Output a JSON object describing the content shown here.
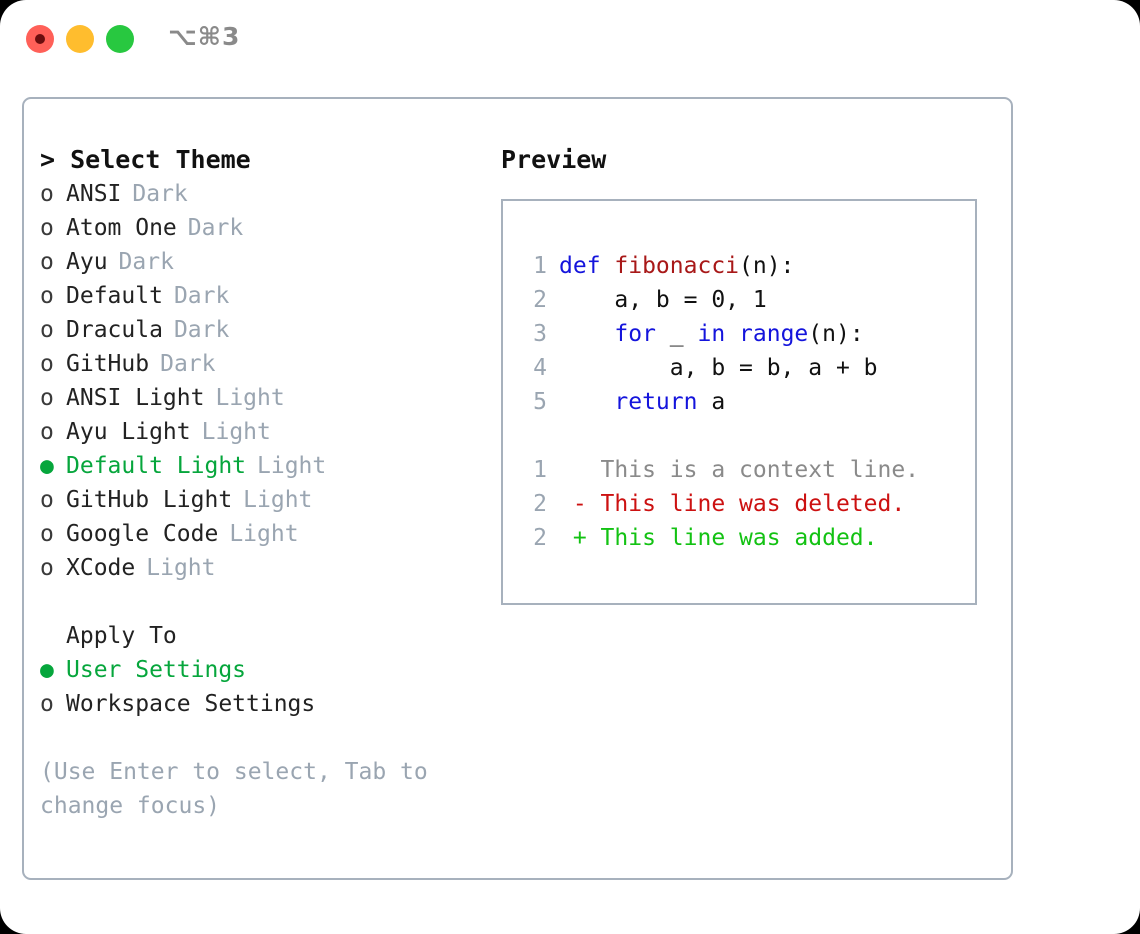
{
  "titlebar": {
    "shortcut": "⌥⌘3",
    "buttons": [
      "close",
      "minimize",
      "maximize"
    ]
  },
  "theme_picker": {
    "header": "> Select Theme",
    "items": [
      {
        "marker": "o",
        "name": "ANSI",
        "category": "Dark",
        "selected": false
      },
      {
        "marker": "o",
        "name": "Atom One",
        "category": "Dark",
        "selected": false
      },
      {
        "marker": "o",
        "name": "Ayu",
        "category": "Dark",
        "selected": false
      },
      {
        "marker": "o",
        "name": "Default",
        "category": "Dark",
        "selected": false
      },
      {
        "marker": "o",
        "name": "Dracula",
        "category": "Dark",
        "selected": false
      },
      {
        "marker": "o",
        "name": "GitHub",
        "category": "Dark",
        "selected": false
      },
      {
        "marker": "o",
        "name": "ANSI Light",
        "category": "Light",
        "selected": false
      },
      {
        "marker": "o",
        "name": "Ayu Light",
        "category": "Light",
        "selected": false
      },
      {
        "marker": "●",
        "name": "Default Light",
        "category": "Light",
        "selected": true
      },
      {
        "marker": "o",
        "name": "GitHub Light",
        "category": "Light",
        "selected": false
      },
      {
        "marker": "o",
        "name": "Google Code",
        "category": "Light",
        "selected": false
      },
      {
        "marker": "o",
        "name": "XCode",
        "category": "Light",
        "selected": false
      }
    ]
  },
  "apply_to": {
    "header": "Apply To",
    "options": [
      {
        "marker": "●",
        "label": "User Settings",
        "selected": true
      },
      {
        "marker": "o",
        "label": "Workspace Settings",
        "selected": false
      }
    ]
  },
  "hint": "(Use Enter to select, Tab to change focus)",
  "preview": {
    "title": "Preview",
    "code_lines": [
      {
        "no": "1",
        "tokens": [
          {
            "t": "def ",
            "k": "kw"
          },
          {
            "t": "fibonacci",
            "k": "fn"
          },
          {
            "t": "(n):",
            "k": "plain"
          }
        ]
      },
      {
        "no": "2",
        "tokens": [
          {
            "t": "    a, b = 0, 1",
            "k": "plain"
          }
        ]
      },
      {
        "no": "3",
        "tokens": [
          {
            "t": "    ",
            "k": "plain"
          },
          {
            "t": "for",
            "k": "kw"
          },
          {
            "t": " _ ",
            "k": "plain"
          },
          {
            "t": "in",
            "k": "kw"
          },
          {
            "t": " ",
            "k": "plain"
          },
          {
            "t": "range",
            "k": "kw"
          },
          {
            "t": "(n):",
            "k": "plain"
          }
        ]
      },
      {
        "no": "4",
        "tokens": [
          {
            "t": "        a, b = b, a + b",
            "k": "plain"
          }
        ]
      },
      {
        "no": "5",
        "tokens": [
          {
            "t": "    ",
            "k": "plain"
          },
          {
            "t": "return",
            "k": "kw"
          },
          {
            "t": " a",
            "k": "plain"
          }
        ]
      }
    ],
    "diff_lines": [
      {
        "no": "1",
        "text": "   This is a context line.",
        "kind": "ctx"
      },
      {
        "no": "2",
        "text": " - This line was deleted.",
        "kind": "del"
      },
      {
        "no": "2",
        "text": " + This line was added.",
        "kind": "add"
      }
    ]
  },
  "colors": {
    "selected_green": "#06a63c",
    "muted_gray": "#9aa5b1",
    "border": "#a7b1bd",
    "keyword_blue": "#1414dc",
    "function_red": "#a81818",
    "diff_added": "#13c213",
    "diff_deleted": "#cc1111"
  }
}
